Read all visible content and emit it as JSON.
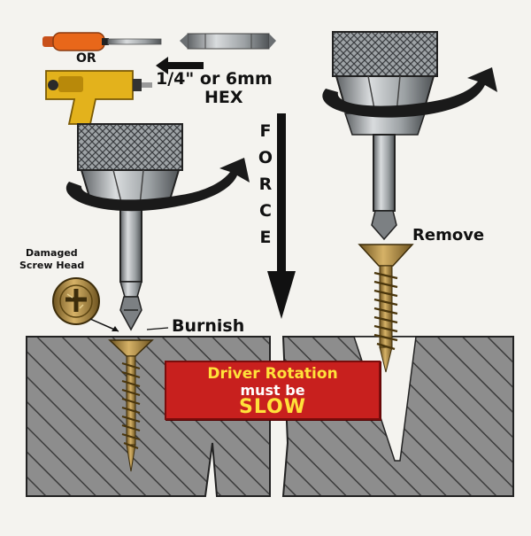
{
  "labels": {
    "or": "OR",
    "hex_line1": "1/4\" or 6mm",
    "hex_line2": "HEX",
    "force": "FORCE",
    "damaged_line1": "Damaged",
    "damaged_line2": "Screw Head",
    "burnish": "Burnish",
    "remove": "Remove"
  },
  "warning": {
    "line1": "Driver Rotation",
    "line2": "must be",
    "line3": "SLOW"
  },
  "colors": {
    "background": "#f4f3ef",
    "wood": "#8d8d8d",
    "wood_hatch": "#3c3c3c",
    "screw": "#b08a3a",
    "warning_box": "#c8201e",
    "warning_text": "#ffe23a",
    "screwdriver_handle": "#e8671a",
    "drill_body": "#e3b21c"
  },
  "icons": {
    "screwdriver": "screwdriver-icon",
    "drill": "drill-icon",
    "bit": "hex-bit-icon"
  }
}
